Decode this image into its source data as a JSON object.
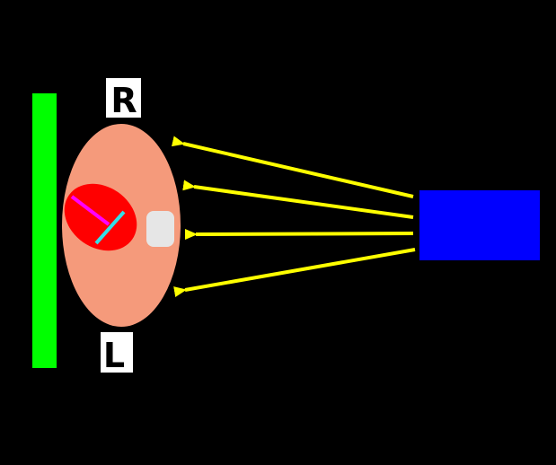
{
  "labels": {
    "top": "R",
    "bottom": "L"
  },
  "colors": {
    "background": "#000000",
    "bar": "#00ff00",
    "ellipse": "#f59a7b",
    "organ": "#ff0000",
    "line_magenta": "#ff00ff",
    "line_cyan": "#33e0e8",
    "small_box": "#e6e6e6",
    "arrows": "#ffff00",
    "source_box": "#0000ff",
    "label_box": "#ffffff"
  },
  "arrow_count": 4
}
